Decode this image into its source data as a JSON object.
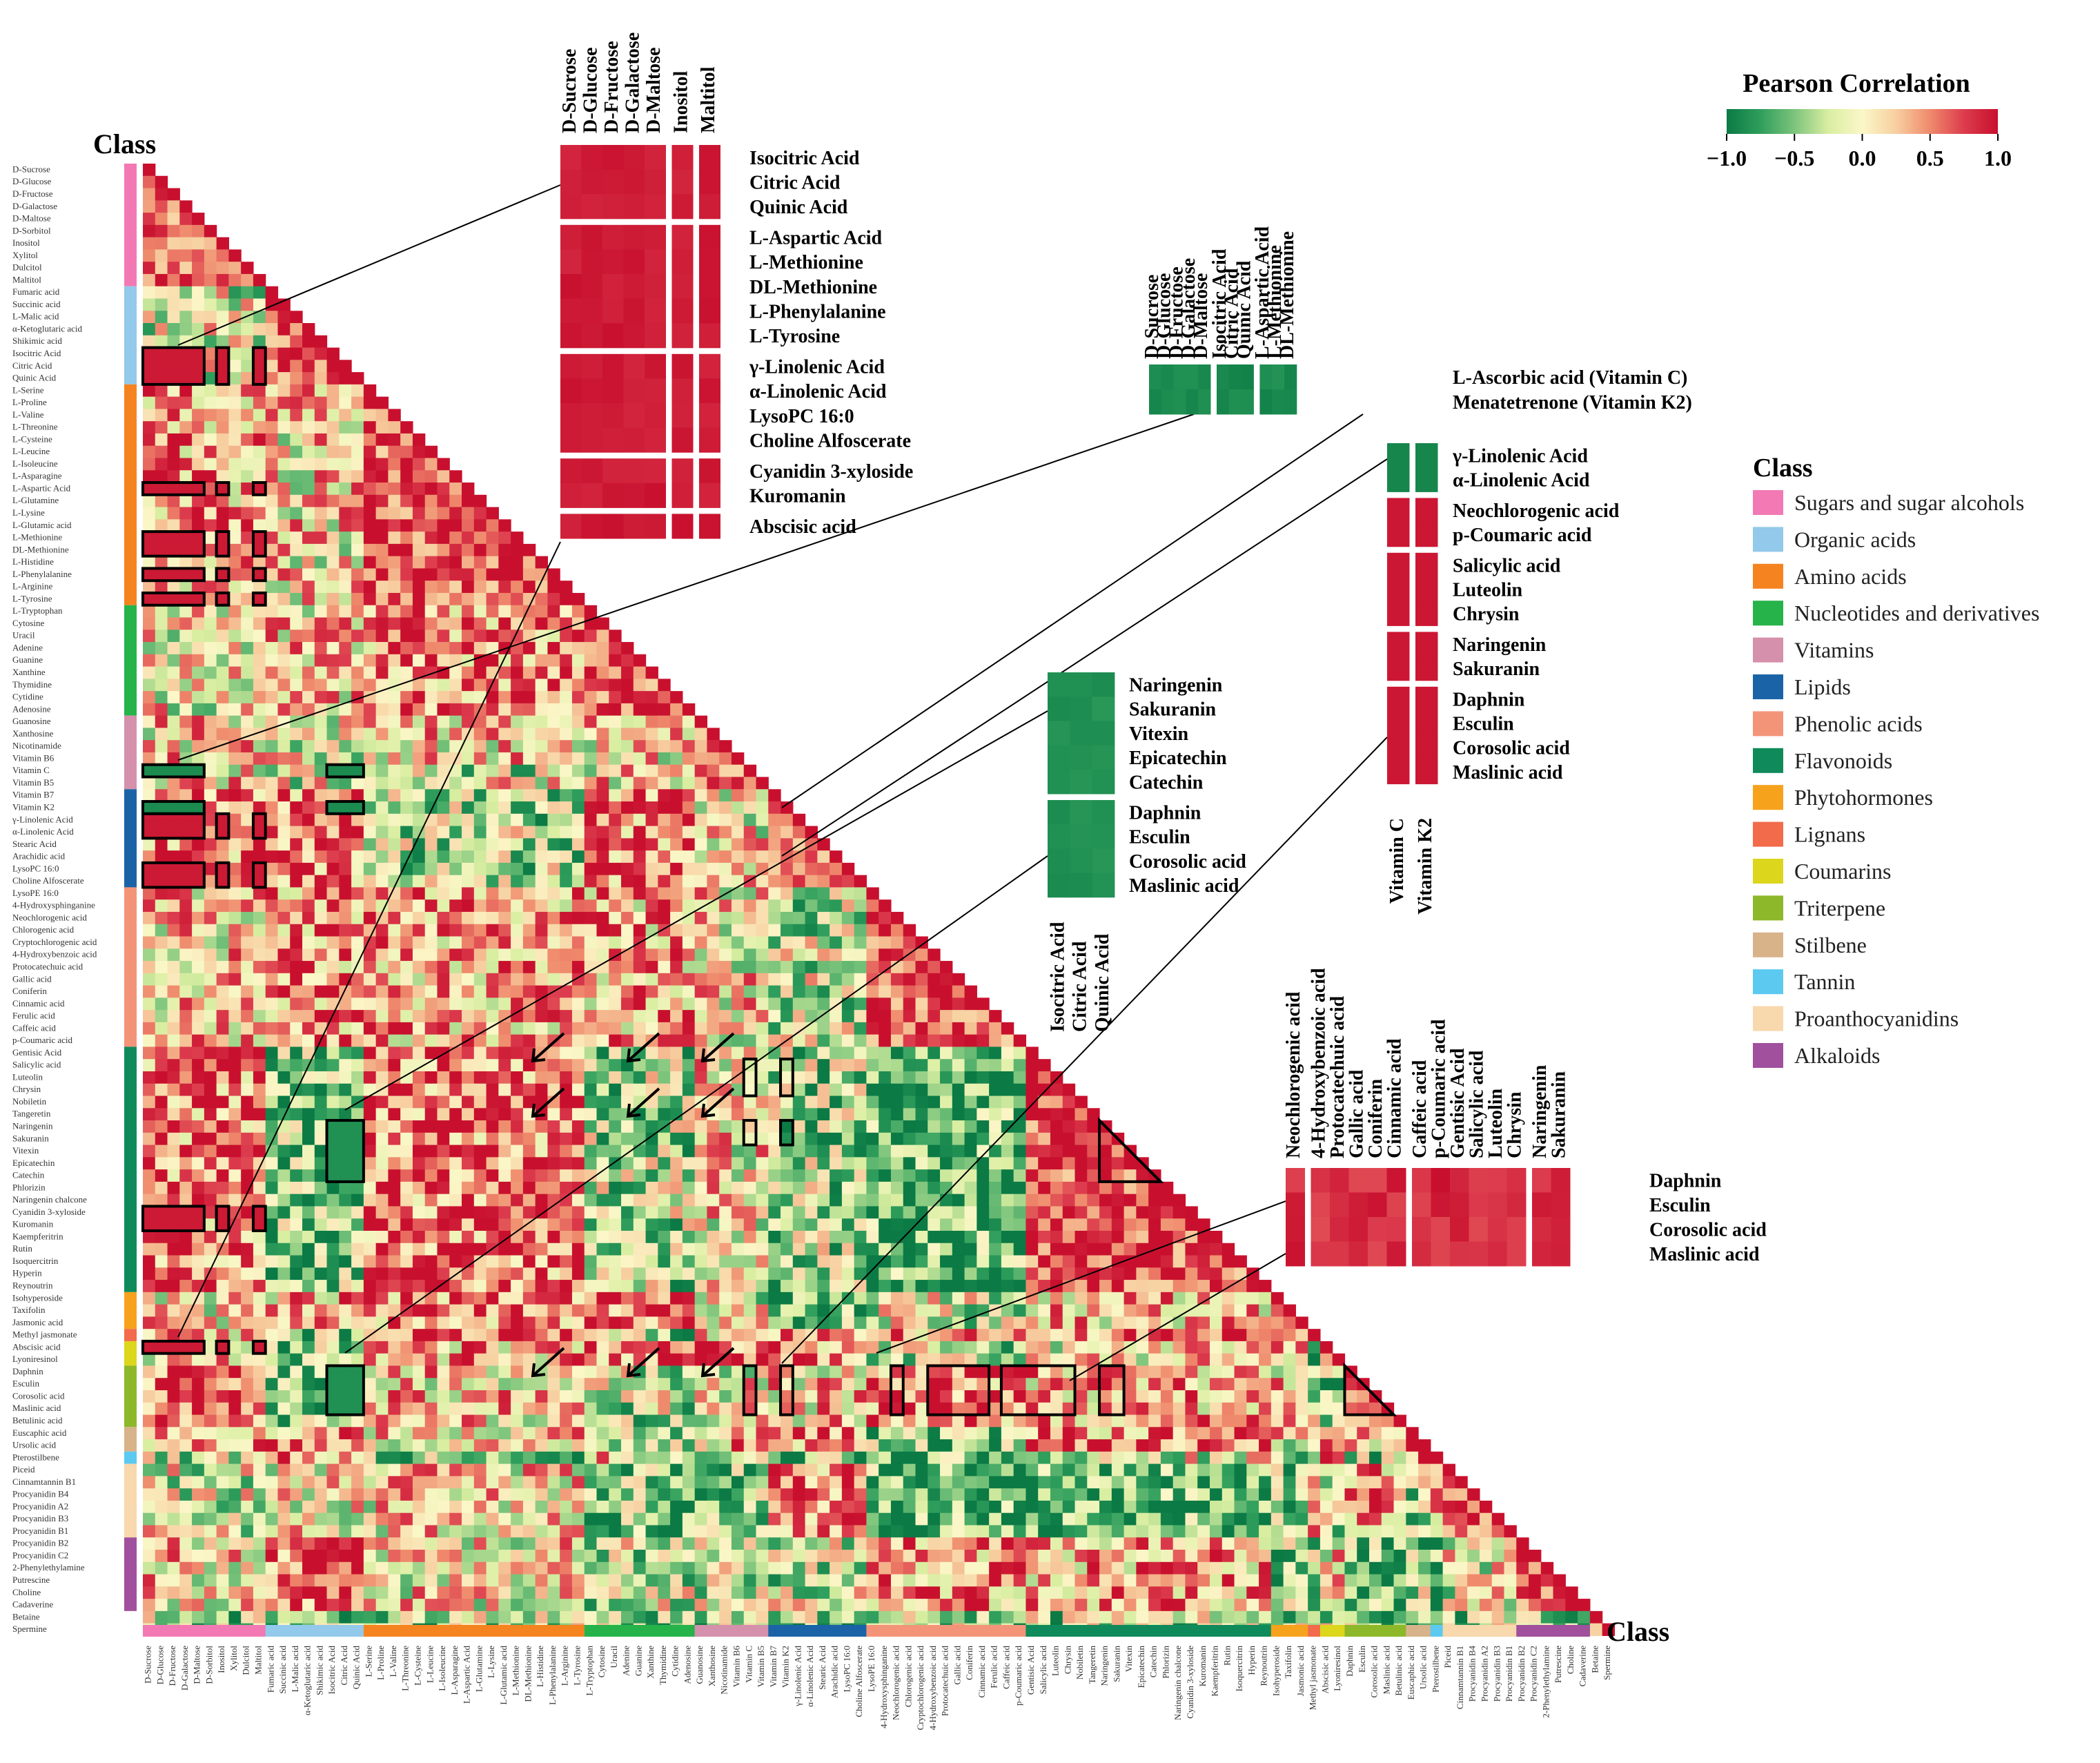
{
  "chart_data": {
    "type": "heatmap",
    "title": "",
    "legend": {
      "title": "Pearson Correlation",
      "ticks": [
        "−1.0",
        "−0.5",
        "0.0",
        "0.5",
        "1.0"
      ],
      "colors": [
        "#0b7a45",
        "#2f9e5c",
        "#7cc47c",
        "#d9eea1",
        "#fbf7c8",
        "#f7cfa0",
        "#ef8a6c",
        "#dc3c4d",
        "#c8102e"
      ]
    },
    "class_axis_label": "Class",
    "class_legend_title": "Class",
    "classes": [
      {
        "name": "Sugars and sugar alcohols",
        "color": "#f279b4",
        "count": 10
      },
      {
        "name": "Organic acids",
        "color": "#93c9ea",
        "count": 8
      },
      {
        "name": "Amino acids",
        "color": "#f5831f",
        "count": 18
      },
      {
        "name": "Nucleotides and derivatives",
        "color": "#26b34a",
        "count": 9
      },
      {
        "name": "Vitamins",
        "color": "#d590ab",
        "count": 6
      },
      {
        "name": "Lipids",
        "color": "#1b63a7",
        "count": 8
      },
      {
        "name": "Phenolic acids",
        "color": "#f39479",
        "count": 13
      },
      {
        "name": "Flavonoids",
        "color": "#0f8a5b",
        "count": 20
      },
      {
        "name": "Phytohormones",
        "color": "#f7a21c",
        "count": 3
      },
      {
        "name": "Lignans",
        "color": "#f26b4b",
        "count": 1
      },
      {
        "name": "Coumarins",
        "color": "#dcd61c",
        "count": 2
      },
      {
        "name": "Triterpene",
        "color": "#8db82a",
        "count": 5
      },
      {
        "name": "Stilbene",
        "color": "#d8b38a",
        "count": 2
      },
      {
        "name": "Tannin",
        "color": "#5cc9f1",
        "count": 1
      },
      {
        "name": "Proanthocyanidins",
        "color": "#f8d8ad",
        "count": 6
      },
      {
        "name": "Alkaloids",
        "color": "#a0509c",
        "count": 6
      }
    ],
    "metabolites": [
      "D-Sucrose",
      "D-Glucose",
      "D-Fructose",
      "D-Galactose",
      "D-Maltose",
      "D-Sorbitol",
      "Inositol",
      "Xylitol",
      "Dulcitol",
      "Maltitol",
      "Fumaric acid",
      "Succinic acid",
      "L-Malic acid",
      "α-Ketoglutaric acid",
      "Shikimic acid",
      "Isocitric Acid",
      "Citric Acid",
      "Quinic Acid",
      "L-Serine",
      "L-Proline",
      "L-Valine",
      "L-Threonine",
      "L-Cysteine",
      "L-Leucine",
      "L-Isoleucine",
      "L-Asparagine",
      "L-Aspartic Acid",
      "L-Glutamine",
      "L-Lysine",
      "L-Glutamic acid",
      "L-Methionine",
      "DL-Methionine",
      "L-Histidine",
      "L-Phenylalanine",
      "L-Arginine",
      "L-Tyrosine",
      "L-Tryptophan",
      "Cytosine",
      "Uracil",
      "Adenine",
      "Guanine",
      "Xanthine",
      "Thymidine",
      "Cytidine",
      "Adenosine",
      "Guanosine",
      "Xanthosine",
      "Nicotinamide",
      "Vitamin B6",
      "Vitamin C",
      "Vitamin B5",
      "Vitamin B7",
      "Vitamin K2",
      "γ-Linolenic Acid",
      "α-Linolenic Acid",
      "Stearic Acid",
      "Arachidic acid",
      "LysoPC 16:0",
      "Choline Alfoscerate",
      "LysoPE 16:0",
      "4-Hydroxysphinganine",
      "Neochlorogenic acid",
      "Chlorogenic acid",
      "Cryptochlorogenic acid",
      "4-Hydroxybenzoic acid",
      "Protocatechuic acid",
      "Gallic acid",
      "Coniferin",
      "Cinnamic acid",
      "Ferulic acid",
      "Caffeic acid",
      "p-Coumaric acid",
      "Gentisic Acid",
      "Salicylic acid",
      "Luteolin",
      "Chrysin",
      "Nobiletin",
      "Tangeretin",
      "Naringenin",
      "Sakuranin",
      "Vitexin",
      "Epicatechin",
      "Catechin",
      "Phlorizin",
      "Naringenin chalcone",
      "Cyanidin 3-xyloside",
      "Kuromanin",
      "Kaempferitrin",
      "Rutin",
      "Isoquercitrin",
      "Hyperin",
      "Reynoutrin",
      "Isohyperoside",
      "Taxifolin",
      "Jasmonic acid",
      "Methyl jasmonate",
      "Abscisic acid",
      "Lyoniresinol",
      "Daphnin",
      "Esculin",
      "Corosolic acid",
      "Maslinic acid",
      "Betulinic acid",
      "Euscaphic acid",
      "Ursolic acid",
      "Pterostilbene",
      "Piceid",
      "Cinnamtannin B1",
      "Procyanidin B4",
      "Procyanidin A2",
      "Procyanidin B3",
      "Procyanidin B1",
      "Procyanidin B2",
      "Procyanidin C2",
      "2-Phenylethylamine",
      "Putrescine",
      "Choline",
      "Cadaverine",
      "Betaine",
      "Spermine"
    ],
    "zoom_panels": {
      "sugars_vs_acids": {
        "columns": [
          "D-Sucrose",
          "D-Glucose",
          "D-Fructose",
          "D-Galactose",
          "D-Maltose",
          "Inositol",
          "Maltitol"
        ],
        "row_groups": [
          [
            "Isocitric Acid",
            "Citric Acid",
            "Quinic Acid"
          ],
          [
            "L-Aspartic Acid",
            "L-Methionine",
            "DL-Methionine",
            "L-Phenylalanine",
            "L-Tyrosine"
          ],
          [
            "γ-Linolenic Acid",
            "α-Linolenic Acid",
            "LysoPC 16:0",
            "Choline Alfoscerate"
          ],
          [
            "Cyanidin 3-xyloside",
            "Kuromanin"
          ],
          [
            "Abscisic acid"
          ]
        ],
        "value_range": [
          0.85,
          1.0
        ]
      },
      "vitamins_panel": {
        "columns": [
          "D-Sucrose",
          "D-Glucose",
          "D-Fructose",
          "D-Galactose",
          "D-Maltose",
          "Isocitric Acid",
          "Citric Acid",
          "Quinic Acid",
          "L-Aspartic Acid",
          "L-Methionine",
          "DL-Methionine"
        ],
        "rows": [
          "L-Ascorbic acid (Vitamin C)",
          "Menatetrenone (Vitamin K2)"
        ],
        "value_range": [
          -0.95,
          -0.8
        ]
      },
      "vitamin_c_k2_panel": {
        "columns": [
          "Vitamin C",
          "Vitamin K2"
        ],
        "row_groups": [
          [
            "γ-Linolenic Acid",
            "α-Linolenic Acid"
          ],
          [
            "Neochlorogenic acid",
            "p-Coumaric acid"
          ],
          [
            "Salicylic acid",
            "Luteolin",
            "Chrysin"
          ],
          [
            "Naringenin",
            "Sakuranin"
          ],
          [
            "Daphnin",
            "Esculin",
            "Corosolic acid",
            "Maslinic acid"
          ]
        ],
        "values": {
          "first_group": -0.9,
          "others": 0.95
        }
      },
      "organic_acids_panel": {
        "columns": [
          "Isocitric Acid",
          "Citric Acid",
          "Quinic Acid"
        ],
        "row_groups": [
          [
            "Naringenin",
            "Sakuranin",
            "Vitexin",
            "Epicatechin",
            "Catechin"
          ],
          [
            "Daphnin",
            "Esculin",
            "Corosolic acid",
            "Maslinic acid"
          ]
        ],
        "value_range": [
          -0.9,
          -0.8
        ]
      },
      "phenolic_panel": {
        "columns": [
          "Neochlorogenic acid",
          "4-Hydroxybenzoic acid",
          "Protocatechuic acid",
          "Gallic acid",
          "Coniferin",
          "Cinnamic acid",
          "Caffeic acid",
          "p-Coumaric acid",
          "Gentisic Acid",
          "Salicylic acid",
          "Luteolin",
          "Chrysin",
          "Naringenin",
          "Sakuranin"
        ],
        "rows": [
          "Daphnin",
          "Esculin",
          "Corosolic acid",
          "Maslinic acid"
        ],
        "value_range": [
          0.65,
          1.0
        ]
      }
    }
  },
  "panel_a": {
    "cols": [
      "D-Sucrose",
      "D-Glucose",
      "D-Fructose",
      "D-Galactose",
      "D-Maltose",
      "Inositol",
      "Maltitol"
    ],
    "rows": [
      "Isocitric Acid",
      "Citric Acid",
      "Quinic Acid",
      "L-Aspartic Acid",
      "L-Methionine",
      "DL-Methionine",
      "L-Phenylalanine",
      "L-Tyrosine",
      "γ-Linolenic Acid",
      "α-Linolenic Acid",
      "LysoPC 16:0",
      "Choline Alfoscerate",
      "Cyanidin 3-xyloside",
      "Kuromanin",
      "Abscisic acid"
    ]
  },
  "panel_b": {
    "cols": [
      "D-Sucrose",
      "D-Glucose",
      "D-Fructose",
      "D-Galactose",
      "D-Maltose",
      "Isocitric Acid",
      "Citric Acid",
      "Quinic Acid",
      "L-Aspartic Acid",
      "L-Methionine",
      "DL-Methionine"
    ],
    "rows": [
      "L-Ascorbic acid (Vitamin C)",
      "Menatetrenone (Vitamin K2)"
    ]
  },
  "panel_c": {
    "cols": [
      "Vitamin C",
      "Vitamin K2"
    ],
    "rows": [
      "γ-Linolenic Acid",
      "α-Linolenic Acid",
      "Neochlorogenic acid",
      "p-Coumaric acid",
      "Salicylic acid",
      "Luteolin",
      "Chrysin",
      "Naringenin",
      "Sakuranin",
      "Daphnin",
      "Esculin",
      "Corosolic acid",
      "Maslinic acid"
    ]
  },
  "panel_d": {
    "cols": [
      "Isocitric Acid",
      "Citric Acid",
      "Quinic Acid"
    ],
    "rows": [
      "Naringenin",
      "Sakuranin",
      "Vitexin",
      "Epicatechin",
      "Catechin",
      "Daphnin",
      "Esculin",
      "Corosolic acid",
      "Maslinic acid"
    ]
  },
  "panel_e": {
    "cols": [
      "Neochlorogenic acid",
      "4-Hydroxybenzoic acid",
      "Protocatechuic acid",
      "Gallic acid",
      "Coniferin",
      "Cinnamic acid",
      "Caffeic acid",
      "p-Coumaric acid",
      "Gentisic Acid",
      "Salicylic acid",
      "Luteolin",
      "Chrysin",
      "Naringenin",
      "Sakuranin"
    ],
    "rows": [
      "Daphnin",
      "Esculin",
      "Corosolic acid",
      "Maslinic acid"
    ]
  }
}
